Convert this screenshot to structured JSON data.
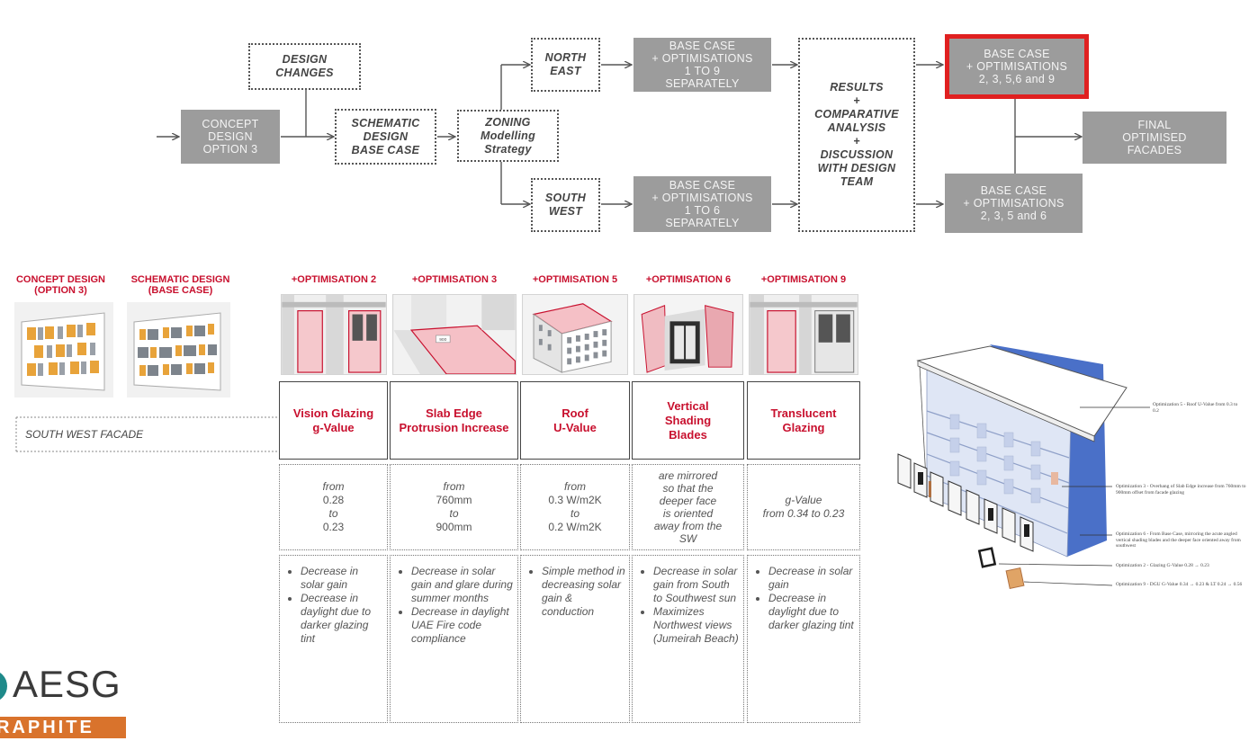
{
  "flow": {
    "concept": [
      "CONCEPT",
      "DESIGN",
      "OPTION 3"
    ],
    "design_changes": [
      "DESIGN",
      "CHANGES"
    ],
    "schematic": [
      "SCHEMATIC",
      "DESIGN",
      "BASE CASE"
    ],
    "zoning": [
      "ZONING",
      "Modelling",
      "Strategy"
    ],
    "north_east": [
      "NORTH",
      "EAST"
    ],
    "south_west": [
      "SOUTH",
      "WEST"
    ],
    "base_ne": [
      "BASE CASE",
      "+ OPTIMISATIONS",
      "1 TO 9",
      "SEPARATELY"
    ],
    "base_sw": [
      "BASE CASE",
      "+ OPTIMISATIONS",
      "1 TO 6",
      "SEPARATELY"
    ],
    "results": [
      "RESULTS",
      "+",
      "COMPARATIVE",
      "ANALYSIS",
      "+",
      "DISCUSSION",
      "WITH DESIGN",
      "TEAM"
    ],
    "selected_ne": [
      "BASE CASE",
      "+ OPTIMISATIONS",
      "2, 3, 5,6 and 9"
    ],
    "selected_sw": [
      "BASE CASE",
      "+ OPTIMISATIONS",
      "2, 3, 5 and 6"
    ],
    "final": [
      "FINAL",
      "OPTIMISED",
      "FACADES"
    ]
  },
  "models": {
    "concept_label": [
      "CONCEPT DESIGN",
      "(OPTION 3)"
    ],
    "schematic_label": [
      "SCHEMATIC DESIGN",
      "(BASE CASE)"
    ]
  },
  "facade_label": "SOUTH WEST FACADE",
  "optimisations": [
    {
      "header": "+OPTIMISATION 2",
      "title": [
        "Vision Glazing",
        "g-Value"
      ],
      "value": [
        "from",
        "0.28",
        "to",
        "0.23"
      ],
      "bullets": [
        "Decrease in solar gain",
        "Decrease in daylight due to darker glazing tint"
      ]
    },
    {
      "header": "+OPTIMISATION 3",
      "title": [
        "Slab Edge",
        "Protrusion Increase"
      ],
      "value": [
        "from",
        "760mm",
        "to",
        "900mm"
      ],
      "bullets": [
        "Decrease in solar gain and glare during summer months",
        "Decrease in daylight UAE Fire code compliance"
      ]
    },
    {
      "header": "+OPTIMISATION 5",
      "title": [
        "Roof",
        "U-Value"
      ],
      "value": [
        "from",
        "0.3 W/m2K",
        "to",
        "0.2 W/m2K"
      ],
      "bullets": [
        "Simple method in decreasing solar gain & conduction"
      ]
    },
    {
      "header": "+OPTIMISATION 6",
      "title": [
        "Vertical",
        "Shading",
        "Blades"
      ],
      "value": [
        "are mirrored",
        "so that the",
        "deeper face",
        "is oriented",
        "away from the",
        "SW"
      ],
      "bullets": [
        "Decrease in solar gain from South to Southwest sun",
        "Maximizes Northwest views (Jumeirah Beach)"
      ]
    },
    {
      "header": "+OPTIMISATION 9",
      "title": [
        "Translucent",
        "Glazing"
      ],
      "value": [
        "g-Value",
        "from 0.34 to 0.23"
      ],
      "bullets": [
        "Decrease in solar gain",
        "Decrease in daylight due to darker glazing tint"
      ]
    }
  ],
  "annotations": {
    "a1": "Optimization 5 - Roof U-Value from 0.3 to 0.2",
    "a2": "Optimization 3 - Overhang of Slab Edge increase from 760mm to 900mm offset from facade glazing",
    "a3": "Optimization 6 - From Base Case, mirroring the acute angled vertical shading blades and the deeper face oriented away from southwest",
    "a4": "Optimization 2 - Glazing G-Value 0.28 → 0.23",
    "a5": "Optimization 9 - DGU G-Value 0.34 → 0.23 & LT 0.24 → 0.56"
  },
  "logo": {
    "name": "AESG",
    "sub": "RAPHITE"
  },
  "colors": {
    "accent_red": "#c8102e",
    "box_grey": "#9c9c9c",
    "highlight_red": "#e02020",
    "facade_blue": "#4a70c8",
    "logo_teal": "#1f8a8a",
    "logo_orange": "#d9732c"
  }
}
